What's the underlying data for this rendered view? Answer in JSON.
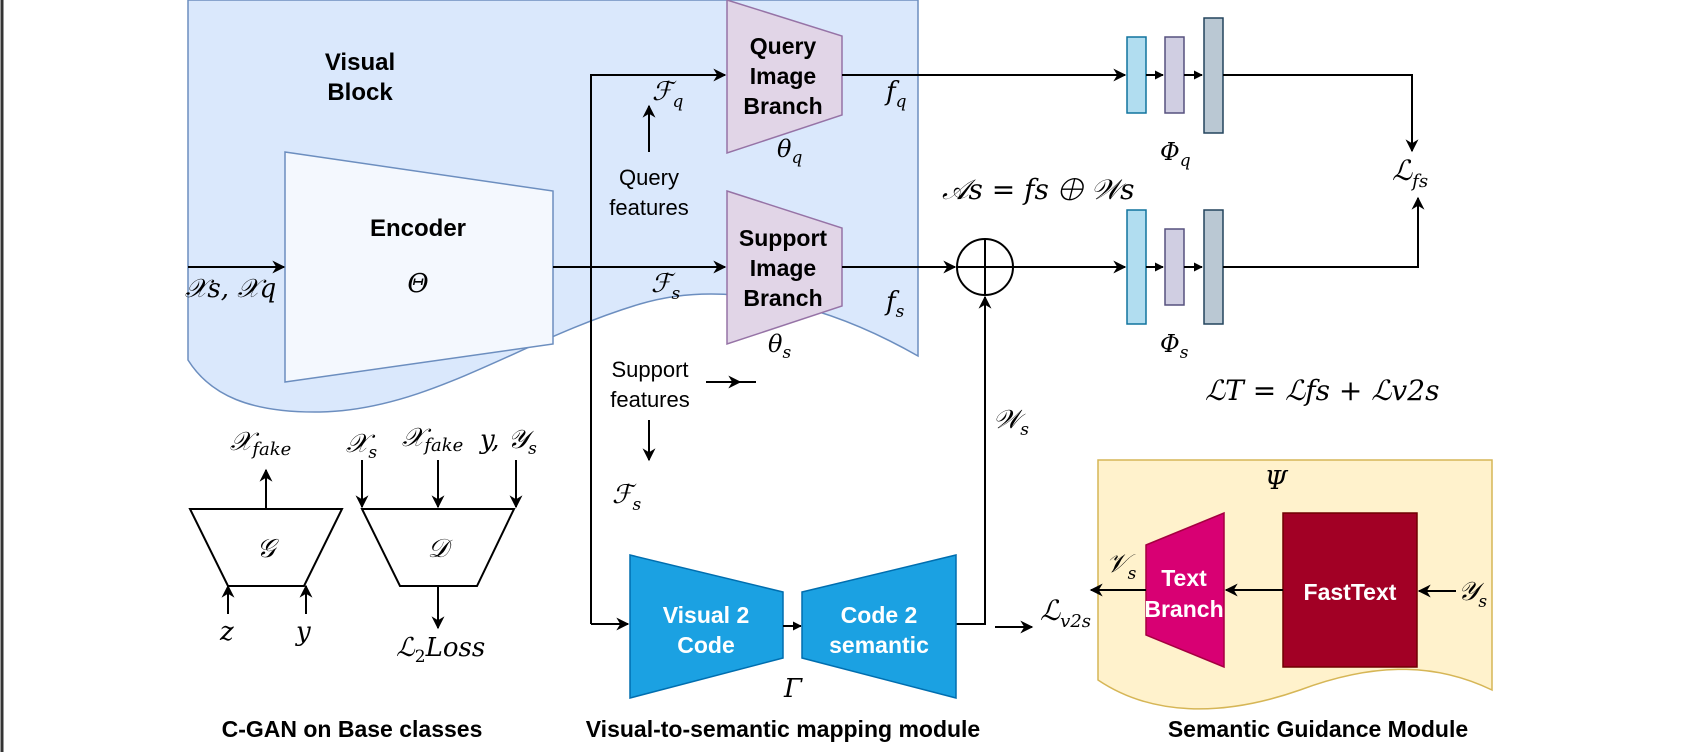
{
  "colors": {
    "visual_block_fill": "#dae8fc",
    "visual_block_stroke": "#6c8ebf",
    "branch_fill": "#e1d5e7",
    "branch_stroke": "#9673a6",
    "mapping_fill": "#1ba1e2",
    "mapping_stroke": "#006eaf",
    "semantic_fill": "#fff2cc",
    "semantic_stroke": "#d6b656",
    "text_branch_fill": "#d80073",
    "fasttext_fill": "#a20025",
    "bar_blue": "#b1ddf0",
    "bar_purple": "#d0cee2",
    "bar_gray": "#bac8d3"
  },
  "visual_block": {
    "title_line1": "Visual",
    "title_line2": "Block"
  },
  "encoder": {
    "label": "Encoder",
    "param": "Θ"
  },
  "query_branch": {
    "line1": "Query",
    "line2": "Image",
    "line3": "Branch",
    "param": "θ",
    "param_sub": "q"
  },
  "support_branch": {
    "line1": "Support",
    "line2": "Image",
    "line3": "Branch",
    "param": "θ",
    "param_sub": "s"
  },
  "labels": {
    "input": "𝒳s, 𝒳q",
    "Fq": "ℱ",
    "Fq_sub": "q",
    "Fs": "ℱ",
    "Fs_sub": "s",
    "Fs2": "ℱ",
    "Fs2_sub": "s",
    "query_features_1": "Query",
    "query_features_2": "features",
    "support_features_1": "Support",
    "support_features_2": "features",
    "fq": "f",
    "fq_sub": "q",
    "fs": "f",
    "fs_sub": "s",
    "phi_q": "Φ",
    "phi_q_sub": "q",
    "phi_s": "Φ",
    "phi_s_sub": "s",
    "As_eq": "𝒜s = fs ⨁ 𝒲s",
    "Ws": "𝒲",
    "Ws_sub": "s",
    "L_fs": "ℒ",
    "L_fs_sub": "fs",
    "LT_eq": "ℒT = ℒfs + ℒv2s",
    "L_v2s": "ℒ",
    "L_v2s_sub": "v2s",
    "psi": "Ψ",
    "Vs": "𝒱",
    "Vs_sub": "s",
    "Ys": "𝒴",
    "Ys_sub": "s",
    "gamma": "Γ"
  },
  "cgan": {
    "G": "𝒢",
    "D": "𝒟",
    "x_fake_out": "𝒳",
    "x_fake_out_sub": "fake",
    "x_s_in": "𝒳",
    "x_s_in_sub": "s",
    "x_fake_in": "𝒳",
    "x_fake_in_sub": "fake",
    "y_in": "y, 𝒴",
    "y_in_sub": "s",
    "z": "z",
    "y": "y",
    "loss": "ℒ",
    "loss_sub": "2",
    "loss_word": "Loss"
  },
  "mapping": {
    "visual2code_1": "Visual 2",
    "visual2code_2": "Code",
    "code2semantic_1": "Code 2",
    "code2semantic_2": "semantic"
  },
  "semantic": {
    "text_branch_1": "Text",
    "text_branch_2": "Branch",
    "fasttext": "FastText"
  },
  "captions": {
    "cgan": "C-GAN on Base classes",
    "mapping": "Visual-to-semantic mapping module",
    "semantic": "Semantic Guidance Module"
  }
}
